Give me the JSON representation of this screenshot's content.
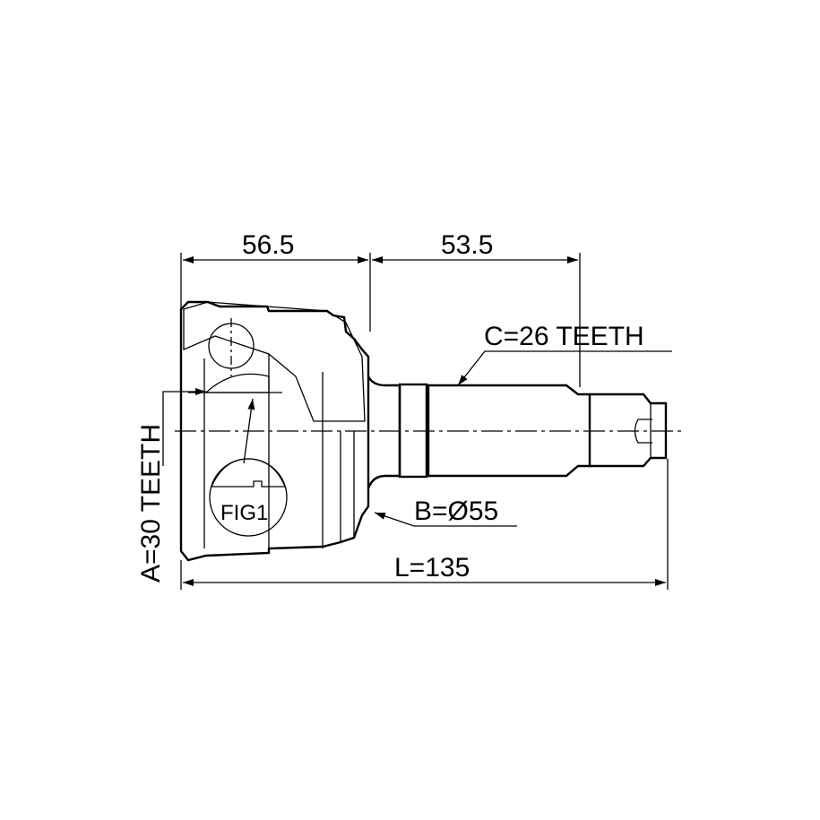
{
  "drawing": {
    "dim_outer_length": "56.5",
    "dim_shaft_length": "53.5",
    "dim_total_length": "L=135",
    "inner_spline": "A=30 TEETH",
    "outer_spline": "C=26 TEETH",
    "abs_ring": "B=Ø55",
    "detail_label": "FIG1"
  }
}
